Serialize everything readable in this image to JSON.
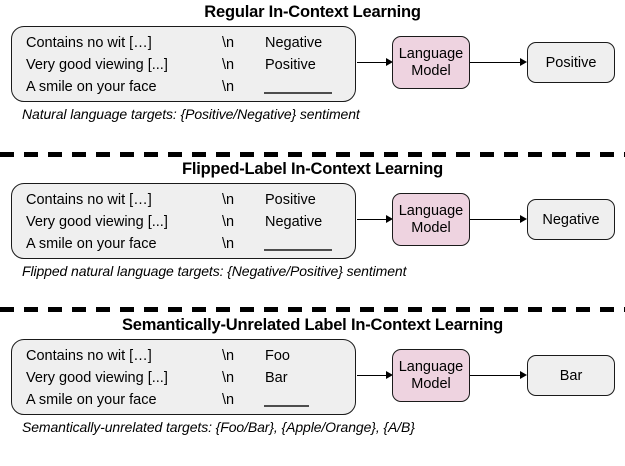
{
  "figure": {
    "colors": {
      "box_fill": "#efefef",
      "model_fill": "#eed3e0",
      "stroke": "#1a1a1a",
      "blank": "#4d4d4d"
    }
  },
  "panels": [
    {
      "title": "Regular In-Context Learning",
      "rows": [
        {
          "text": "Contains no wit […]",
          "sep": "\\n",
          "label": "Negative",
          "blank": false
        },
        {
          "text": "Very good viewing [...]",
          "sep": "\\n",
          "label": "Positive",
          "blank": false
        },
        {
          "text": "A smile on your face",
          "sep": "\\n",
          "label": "",
          "blank": true
        }
      ],
      "model": {
        "line1": "Language",
        "line2": "Model"
      },
      "output": "Positive",
      "caption": "Natural language targets: {Positive/Negative} sentiment",
      "blank_style": "long"
    },
    {
      "title": "Flipped-Label In-Context Learning",
      "rows": [
        {
          "text": "Contains no wit […]",
          "sep": "\\n",
          "label": "Positive",
          "blank": false
        },
        {
          "text": "Very good viewing [...]",
          "sep": "\\n",
          "label": "Negative",
          "blank": false
        },
        {
          "text": "A smile on your face",
          "sep": "\\n",
          "label": "",
          "blank": true
        }
      ],
      "model": {
        "line1": "Language",
        "line2": "Model"
      },
      "output": "Negative",
      "caption": "Flipped natural language targets: {Negative/Positive} sentiment",
      "blank_style": "long"
    },
    {
      "title": "Semantically-Unrelated Label In-Context Learning",
      "rows": [
        {
          "text": "Contains no wit […]",
          "sep": "\\n",
          "label": "Foo",
          "blank": false
        },
        {
          "text": "Very good viewing [...]",
          "sep": "\\n",
          "label": "Bar",
          "blank": false
        },
        {
          "text": "A smile on your face",
          "sep": "\\n",
          "label": "",
          "blank": true
        }
      ],
      "model": {
        "line1": "Language",
        "line2": "Model"
      },
      "output": "Bar",
      "caption": "Semantically-unrelated targets: {Foo/Bar}, {Apple/Orange}, {A/B}",
      "blank_style": "short"
    }
  ]
}
